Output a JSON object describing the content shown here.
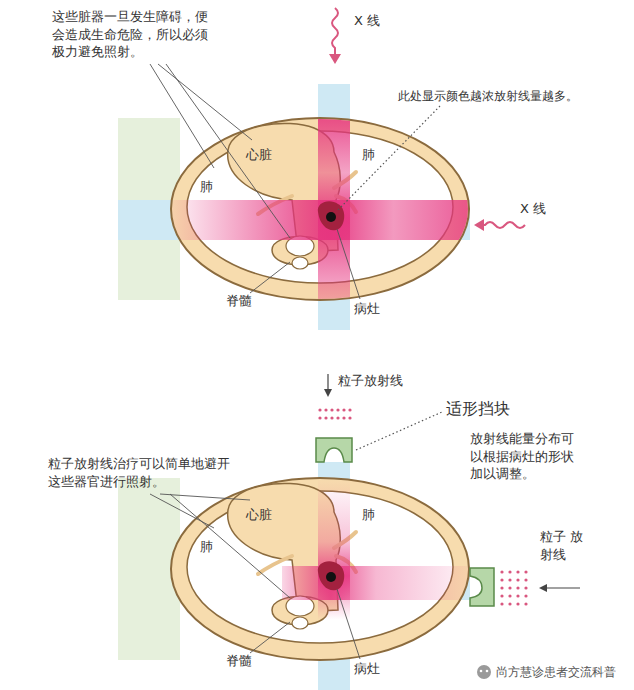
{
  "diagram": {
    "labels": [
      "这些脏器一旦发生障碍，便 会造成生命危险，所以必须 极力避免照射。",
      "X 线",
      "此处显示颜色越浓放射线量越多。",
      "心脏",
      "肺",
      "肺",
      "X 线",
      "脊髓",
      "病灶",
      "粒子放射线",
      "适形挡块",
      "放射线能量分布可 以根据病灶的形状 加以调整。",
      "粒子放射线治疗可以简单地避开 这些器官进行照射。",
      "心脏",
      "肺",
      "肺",
      "粒子 放射线",
      "脊髓",
      "病灶",
      "尚方慧诊患者交流科普"
    ]
  }
}
